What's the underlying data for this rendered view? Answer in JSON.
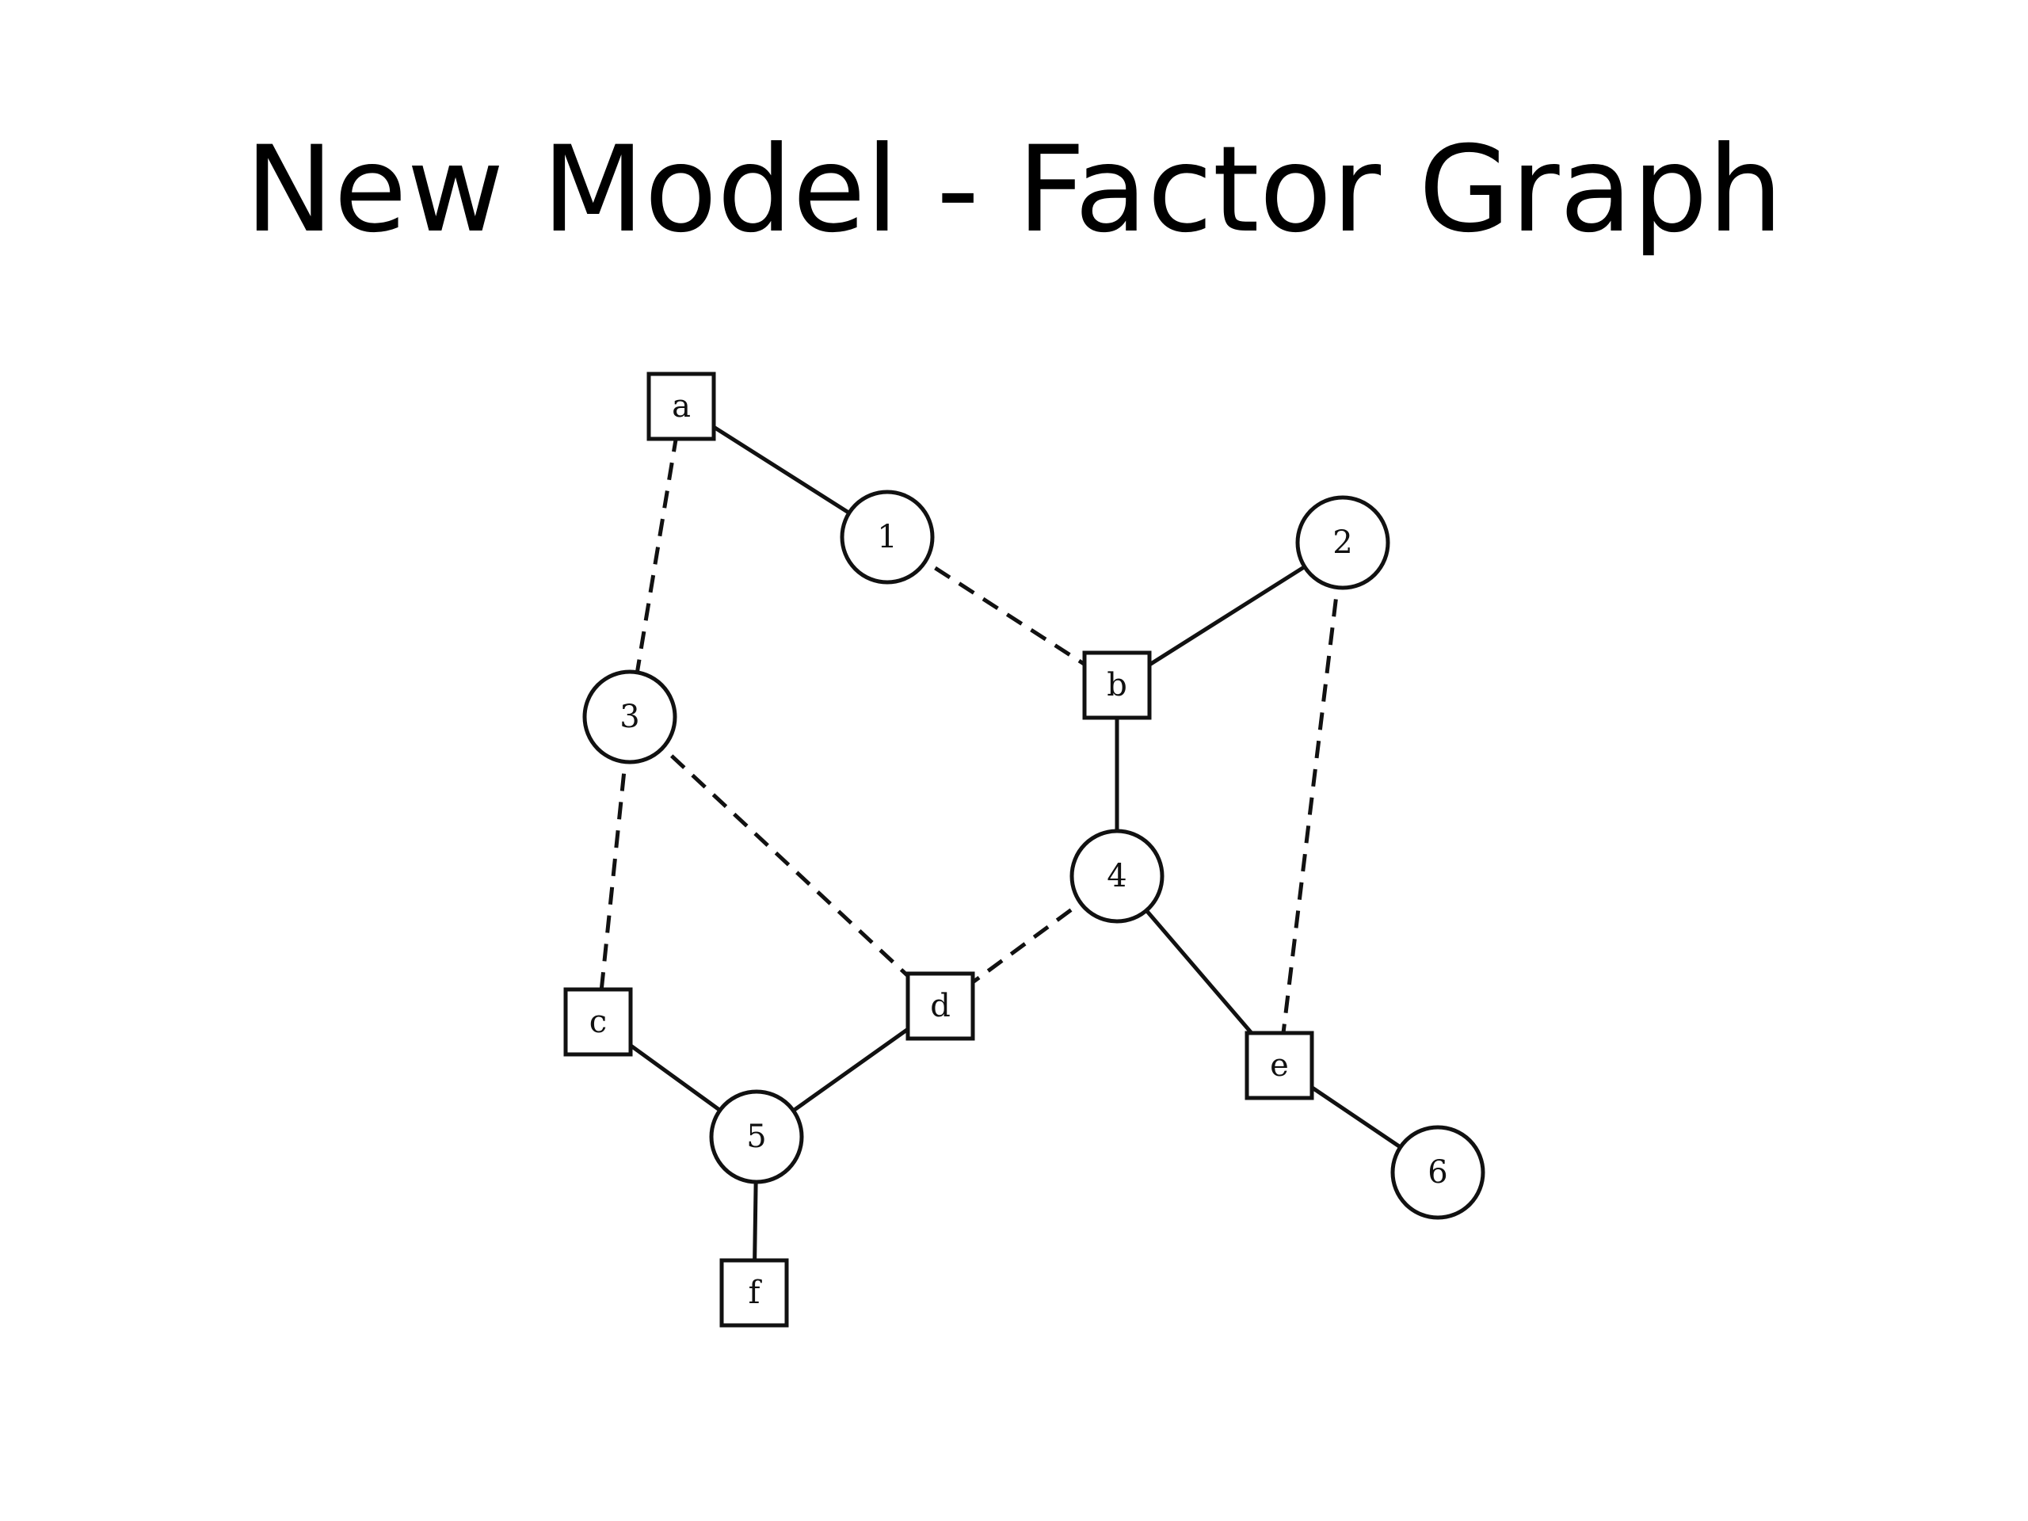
{
  "title": "New Model - Factor Graph",
  "factor_graph": {
    "variable_nodes": [
      {
        "id": "1",
        "label": "1"
      },
      {
        "id": "2",
        "label": "2"
      },
      {
        "id": "3",
        "label": "3"
      },
      {
        "id": "4",
        "label": "4"
      },
      {
        "id": "5",
        "label": "5"
      },
      {
        "id": "6",
        "label": "6"
      }
    ],
    "factor_nodes": [
      {
        "id": "a",
        "label": "a"
      },
      {
        "id": "b",
        "label": "b"
      },
      {
        "id": "c",
        "label": "c"
      },
      {
        "id": "d",
        "label": "d"
      },
      {
        "id": "e",
        "label": "e"
      },
      {
        "id": "f",
        "label": "f"
      }
    ],
    "edges": [
      {
        "from": "a",
        "to": "1",
        "style": "solid"
      },
      {
        "from": "a",
        "to": "3",
        "style": "dashed"
      },
      {
        "from": "1",
        "to": "b",
        "style": "dashed"
      },
      {
        "from": "2",
        "to": "b",
        "style": "solid"
      },
      {
        "from": "2",
        "to": "e",
        "style": "dashed"
      },
      {
        "from": "b",
        "to": "4",
        "style": "solid"
      },
      {
        "from": "3",
        "to": "c",
        "style": "dashed"
      },
      {
        "from": "3",
        "to": "d",
        "style": "dashed"
      },
      {
        "from": "4",
        "to": "d",
        "style": "dashed"
      },
      {
        "from": "4",
        "to": "e",
        "style": "solid"
      },
      {
        "from": "c",
        "to": "5",
        "style": "solid"
      },
      {
        "from": "d",
        "to": "5",
        "style": "solid"
      },
      {
        "from": "5",
        "to": "f",
        "style": "solid"
      },
      {
        "from": "e",
        "to": "6",
        "style": "solid"
      }
    ]
  }
}
